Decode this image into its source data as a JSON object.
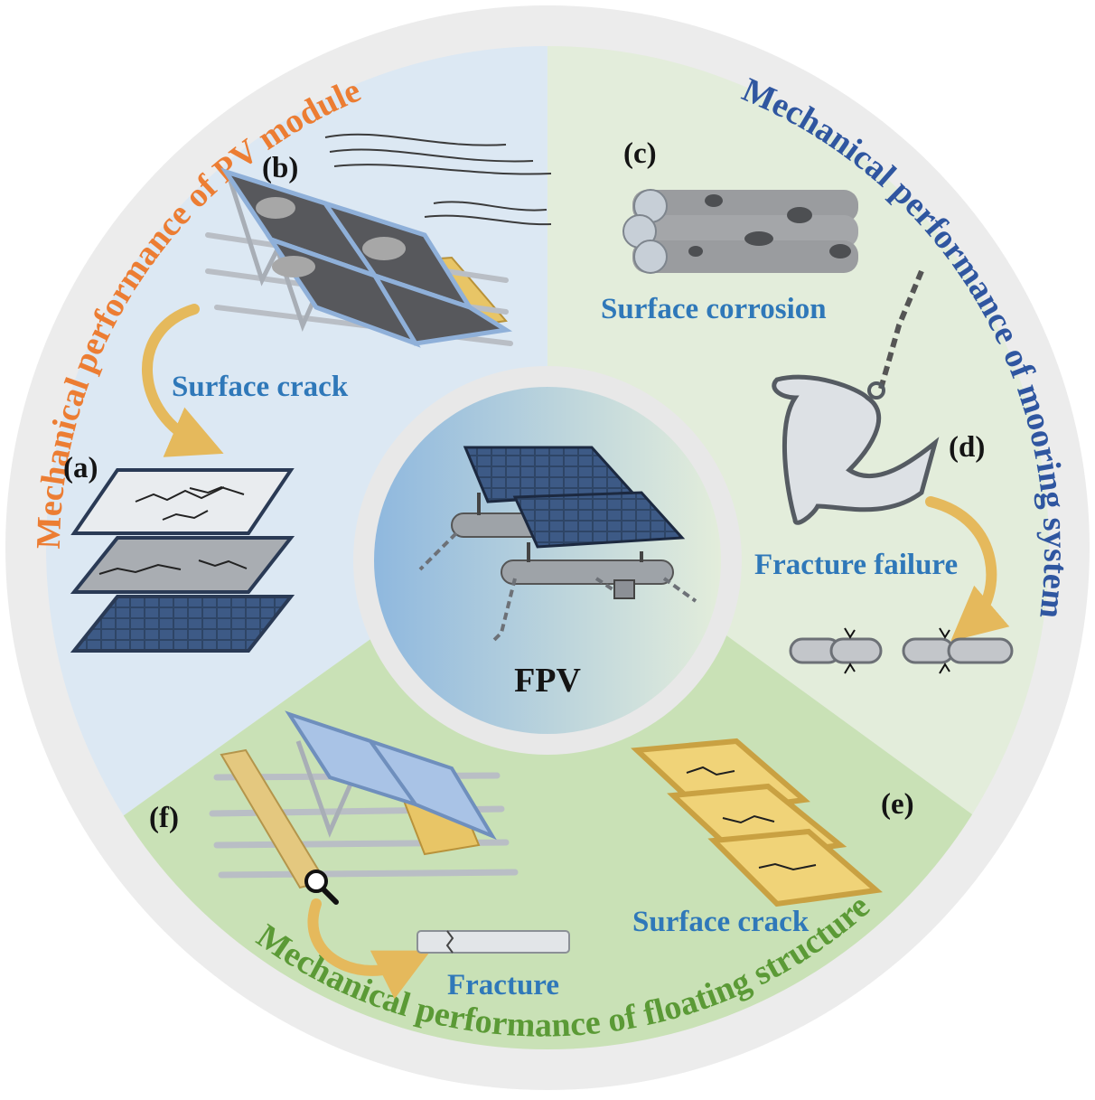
{
  "center": {
    "label": "FPV"
  },
  "sections": {
    "pv_module": {
      "arc_title": "Mechanical performance of PV module",
      "color": "#ec7d33"
    },
    "mooring": {
      "arc_title": "Mechanical performance of mooring system",
      "color": "#2f56a0"
    },
    "floating": {
      "arc_title": "Mechanical performance of floating structure",
      "color": "#5b9a36"
    }
  },
  "labels": {
    "a": "(a)",
    "b": "(b)",
    "c": "(c)",
    "d": "(d)",
    "e": "(e)",
    "f": "(f)",
    "surface_crack_pv": "Surface crack",
    "surface_corrosion": "Surface corrosion",
    "fracture_failure": "Fracture failure",
    "surface_crack_float": "Surface crack",
    "fracture": "Fracture"
  },
  "colors": {
    "ring": "#ececec",
    "pv_bg": "#dce8f3",
    "mooring_bg": "#e3eddb",
    "floating_bg": "#c9e1b6",
    "label_blue": "#2f78b9",
    "arrow_gold": "#e5b95c"
  }
}
